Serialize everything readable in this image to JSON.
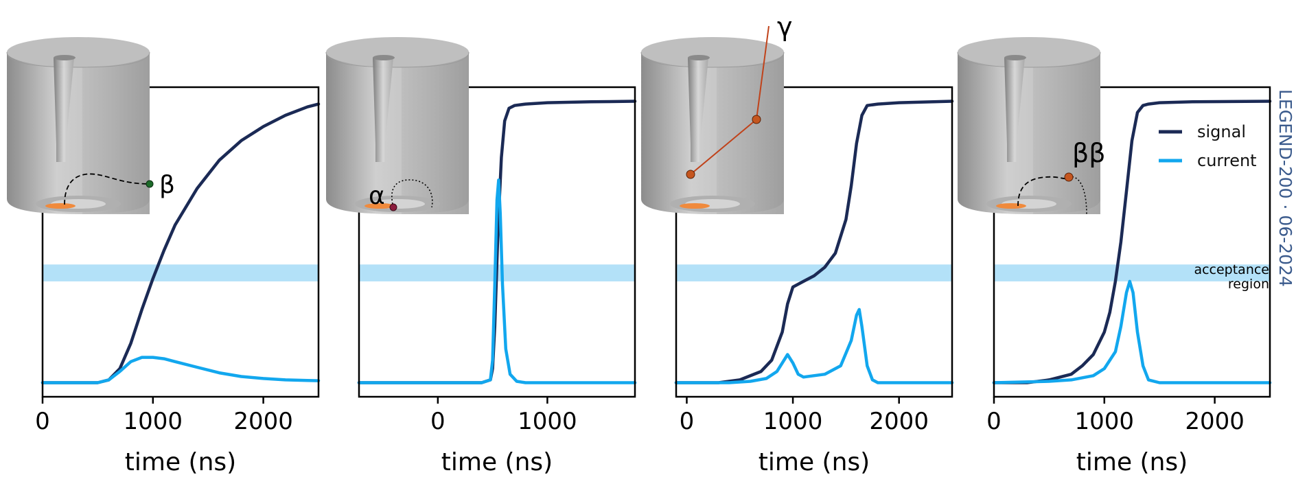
{
  "colors": {
    "signal": "#1b2a55",
    "current": "#12a7ee",
    "acceptance_band": "#b3e1f8",
    "axis": "#000000",
    "detector_light": "#c6c6c6",
    "detector_dark": "#8e8e8e",
    "detector_shadow": "#9a9a9a",
    "contact": "#f08a3c",
    "gamma_track": "#c0421a",
    "beta_dot": "#1d6b2a",
    "alpha_dot": "#8c1c3c",
    "interaction_dot": "#c5561f",
    "watermark": "#3a5a8c"
  },
  "legend": {
    "signal_label": "signal",
    "current_label": "current"
  },
  "acceptance_label_line1": "acceptance",
  "acceptance_label_line2": "region",
  "watermark_text": "LEGEND-200 · 06-2024",
  "chart_data": [
    {
      "type": "line",
      "event_label": "β",
      "event_icon": "beta-track-icon",
      "xlabel": "time (ns)",
      "ylabel": "",
      "xlim": [
        0,
        2500
      ],
      "xticks": [
        0,
        1000,
        2000
      ],
      "ylim": [
        -0.05,
        1.05
      ],
      "acceptance_band": [
        0.36,
        0.42
      ],
      "series": [
        {
          "name": "signal",
          "x": [
            0,
            300,
            500,
            600,
            700,
            800,
            900,
            1000,
            1100,
            1200,
            1400,
            1600,
            1800,
            2000,
            2200,
            2400,
            2500
          ],
          "y": [
            0.0,
            0.0,
            0.0,
            0.01,
            0.05,
            0.14,
            0.26,
            0.37,
            0.47,
            0.56,
            0.69,
            0.79,
            0.86,
            0.91,
            0.95,
            0.98,
            0.99
          ]
        },
        {
          "name": "current",
          "x": [
            0,
            300,
            500,
            600,
            700,
            800,
            900,
            1000,
            1100,
            1200,
            1400,
            1600,
            1800,
            2000,
            2200,
            2400,
            2500
          ],
          "y": [
            0.0,
            0.0,
            0.0,
            0.01,
            0.04,
            0.075,
            0.09,
            0.09,
            0.085,
            0.075,
            0.055,
            0.035,
            0.022,
            0.015,
            0.01,
            0.008,
            0.007
          ]
        }
      ]
    },
    {
      "type": "line",
      "event_label": "α",
      "event_icon": "alpha-track-icon",
      "xlabel": "time (ns)",
      "ylabel": "",
      "xlim": [
        -720,
        1800
      ],
      "xticks": [
        0,
        1000
      ],
      "ylim": [
        -0.05,
        1.05
      ],
      "acceptance_band": [
        0.36,
        0.42
      ],
      "series": [
        {
          "name": "signal",
          "x": [
            -720,
            0,
            400,
            480,
            500,
            520,
            550,
            580,
            610,
            650,
            700,
            800,
            1000,
            1400,
            1800
          ],
          "y": [
            0.0,
            0.0,
            0.0,
            0.01,
            0.05,
            0.2,
            0.55,
            0.8,
            0.93,
            0.975,
            0.985,
            0.99,
            0.995,
            0.998,
            1.0
          ]
        },
        {
          "name": "current",
          "x": [
            -720,
            0,
            400,
            480,
            500,
            520,
            540,
            555,
            570,
            590,
            620,
            660,
            720,
            800,
            1200,
            1800
          ],
          "y": [
            0.0,
            0.0,
            0.0,
            0.01,
            0.08,
            0.35,
            0.65,
            0.72,
            0.6,
            0.35,
            0.12,
            0.03,
            0.005,
            0.0,
            0.0,
            0.0
          ]
        }
      ]
    },
    {
      "type": "line",
      "event_label": "γ",
      "event_icon": "gamma-track-icon",
      "xlabel": "time (ns)",
      "ylabel": "",
      "xlim": [
        -100,
        2500
      ],
      "xticks": [
        0,
        1000,
        2000
      ],
      "ylim": [
        -0.05,
        1.05
      ],
      "acceptance_band": [
        0.36,
        0.42
      ],
      "series": [
        {
          "name": "signal",
          "x": [
            -100,
            300,
            500,
            700,
            800,
            900,
            950,
            1000,
            1100,
            1200,
            1300,
            1400,
            1500,
            1550,
            1600,
            1650,
            1700,
            1800,
            2000,
            2500
          ],
          "y": [
            0.0,
            0.0,
            0.01,
            0.04,
            0.08,
            0.18,
            0.28,
            0.34,
            0.36,
            0.38,
            0.41,
            0.46,
            0.58,
            0.7,
            0.85,
            0.95,
            0.985,
            0.99,
            0.995,
            1.0
          ]
        },
        {
          "name": "current",
          "x": [
            -100,
            400,
            600,
            750,
            850,
            900,
            950,
            1000,
            1050,
            1100,
            1300,
            1450,
            1550,
            1600,
            1625,
            1650,
            1700,
            1750,
            1800,
            2000,
            2500
          ],
          "y": [
            0.0,
            0.0,
            0.005,
            0.015,
            0.04,
            0.07,
            0.1,
            0.07,
            0.03,
            0.02,
            0.03,
            0.06,
            0.15,
            0.24,
            0.26,
            0.2,
            0.06,
            0.01,
            0.0,
            0.0,
            0.0
          ]
        }
      ]
    },
    {
      "type": "line",
      "event_label": "ββ",
      "event_icon": "double-beta-track-icon",
      "xlabel": "time (ns)",
      "ylabel": "",
      "xlim": [
        0,
        2500
      ],
      "xticks": [
        0,
        1000,
        2000
      ],
      "ylim": [
        -0.05,
        1.05
      ],
      "acceptance_band": [
        0.36,
        0.42
      ],
      "series": [
        {
          "name": "signal",
          "x": [
            0,
            300,
            500,
            700,
            800,
            900,
            1000,
            1050,
            1100,
            1150,
            1200,
            1250,
            1300,
            1350,
            1400,
            1500,
            1800,
            2500
          ],
          "y": [
            0.0,
            0.0,
            0.01,
            0.03,
            0.06,
            0.1,
            0.18,
            0.25,
            0.36,
            0.5,
            0.68,
            0.86,
            0.96,
            0.985,
            0.99,
            0.995,
            0.998,
            1.0
          ]
        },
        {
          "name": "current",
          "x": [
            0,
            500,
            700,
            900,
            1000,
            1100,
            1150,
            1200,
            1230,
            1260,
            1300,
            1350,
            1400,
            1500,
            2500
          ],
          "y": [
            0.0,
            0.005,
            0.01,
            0.025,
            0.05,
            0.11,
            0.2,
            0.32,
            0.36,
            0.32,
            0.18,
            0.06,
            0.01,
            0.0,
            0.0
          ]
        }
      ]
    }
  ]
}
